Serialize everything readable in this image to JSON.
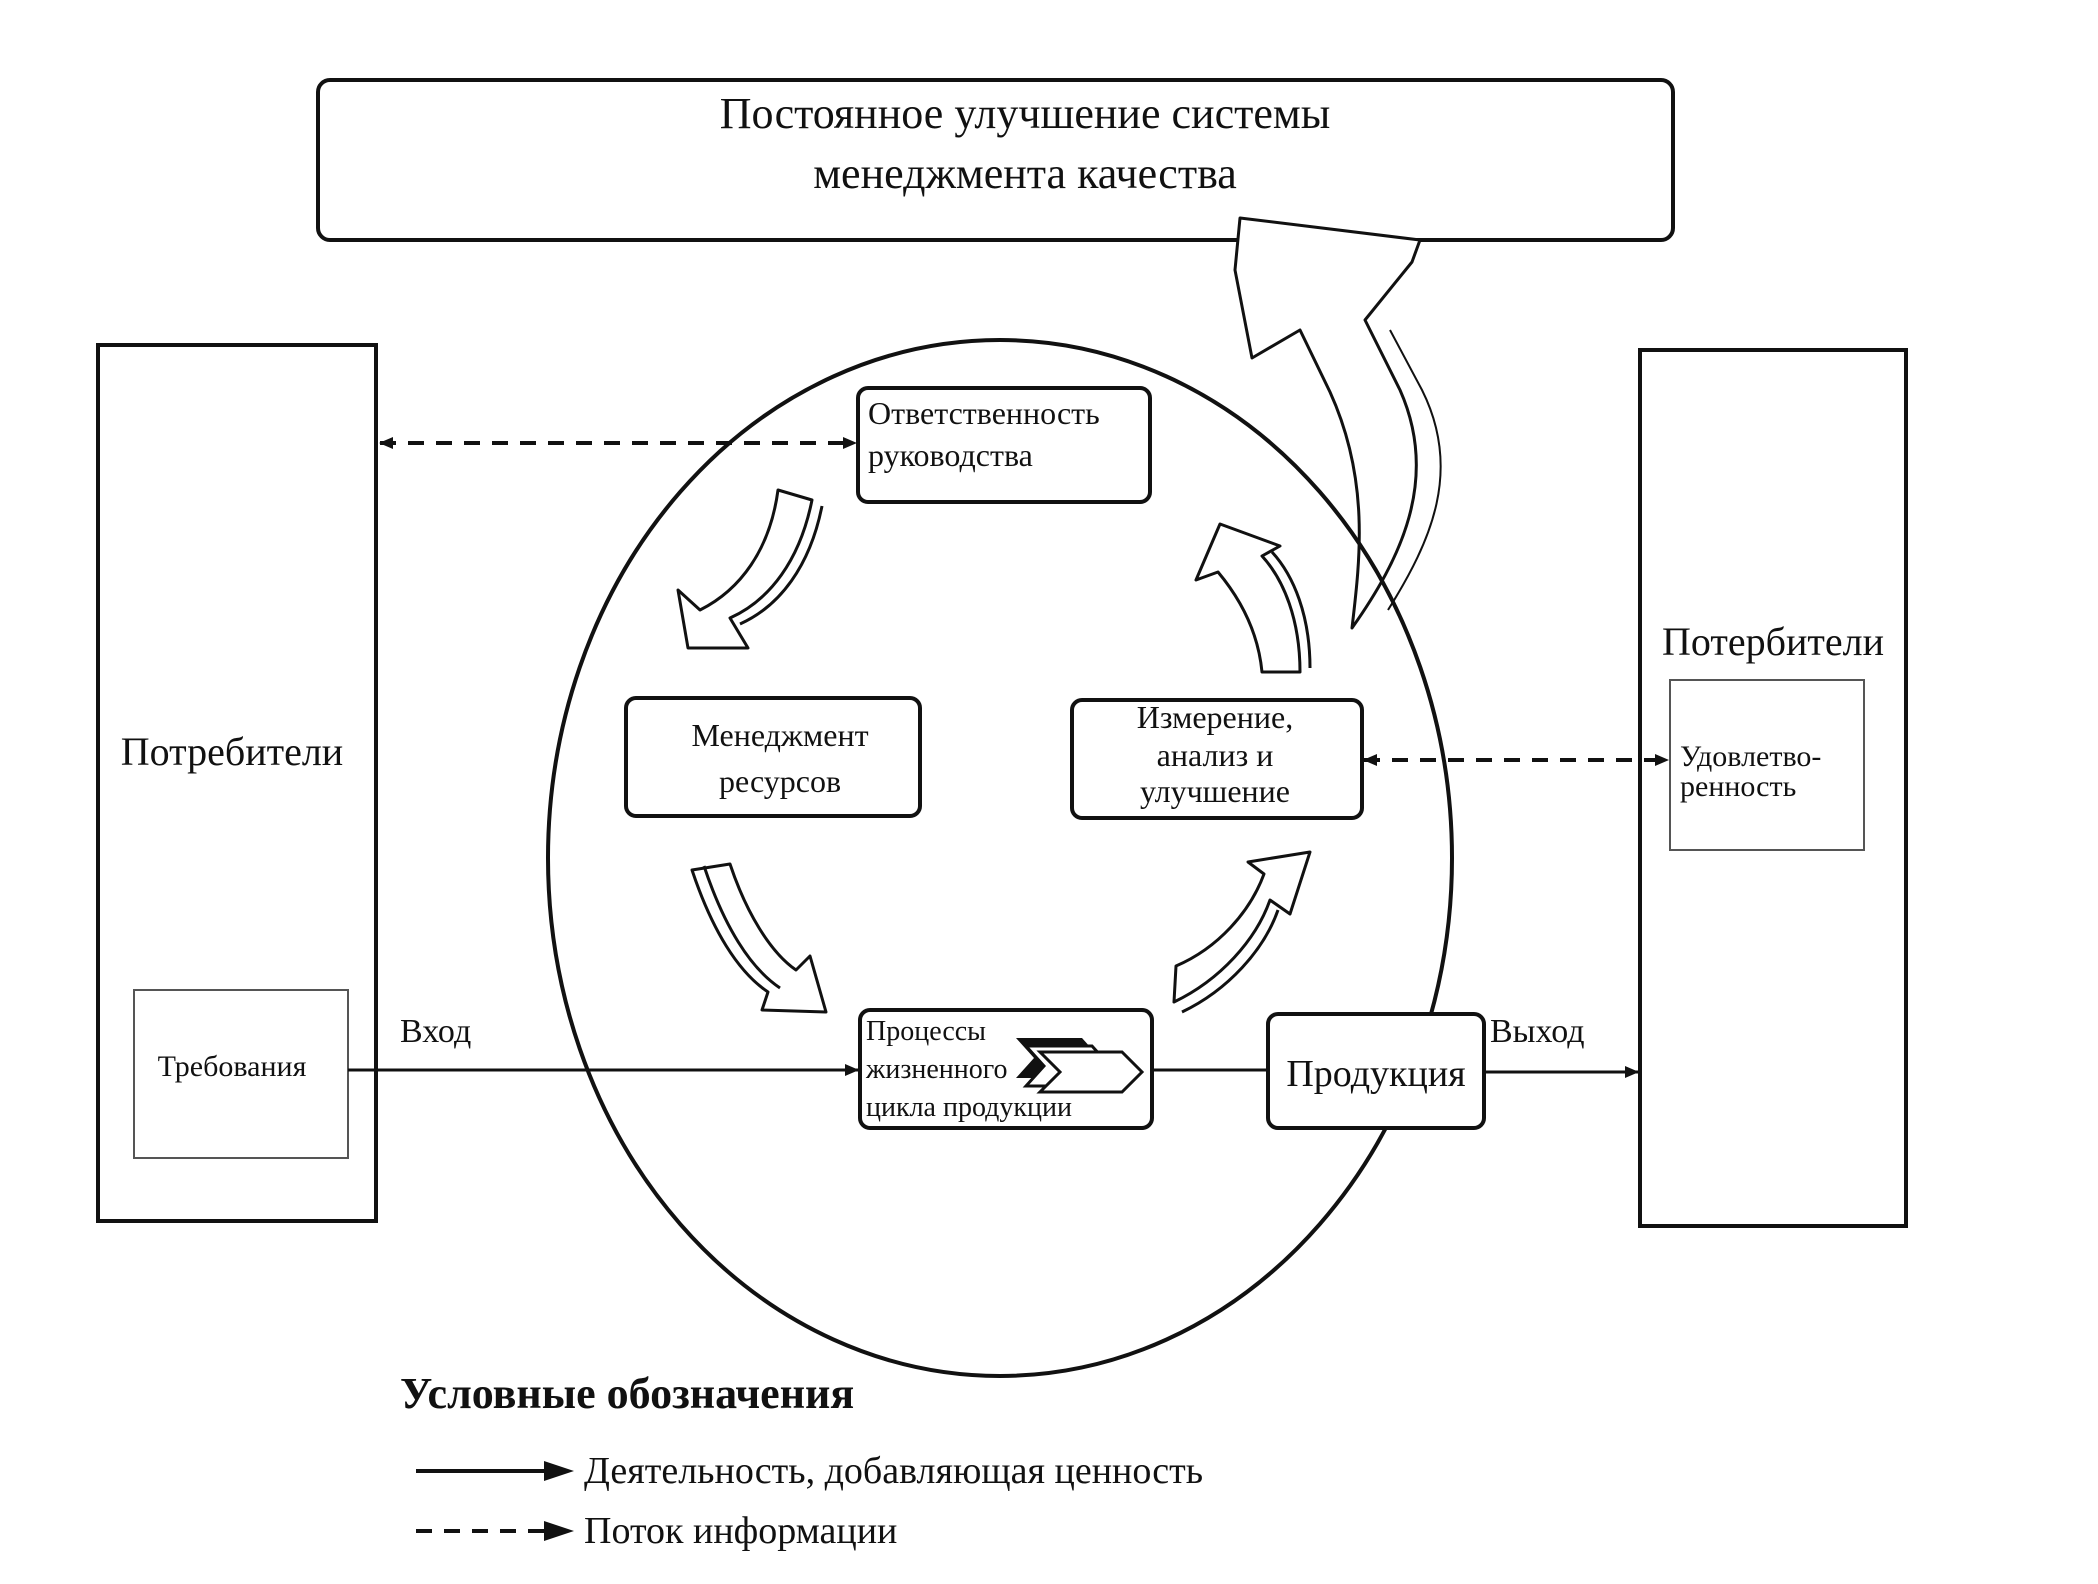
{
  "top_box": {
    "line1": "Постоянное улучшение системы",
    "line2": "менеджмента качества"
  },
  "left_block": {
    "title": "Потребители",
    "inner_label": "Требования"
  },
  "right_block": {
    "title": "Потербители",
    "inner_label_line1": "Удовлетво-",
    "inner_label_line2": "ренность"
  },
  "nodes": {
    "management": {
      "line1": "Ответственность",
      "line2": "руководства"
    },
    "resources": {
      "line1": "Менеджмент",
      "line2": "ресурсов"
    },
    "measurement": {
      "line1": "Измерение,",
      "line2": "анализ и",
      "line3": "улучшение"
    },
    "processes": {
      "line1": "Процессы",
      "line2": "жизненного",
      "line3": "цикла продукции"
    },
    "product": {
      "label": "Продукция"
    }
  },
  "flow_labels": {
    "input": "Вход",
    "output": "Выход"
  },
  "legend": {
    "title": "Условные обозначения",
    "solid_label": "Деятельность, добавляющая ценность",
    "dashed_label": "Поток информации"
  }
}
